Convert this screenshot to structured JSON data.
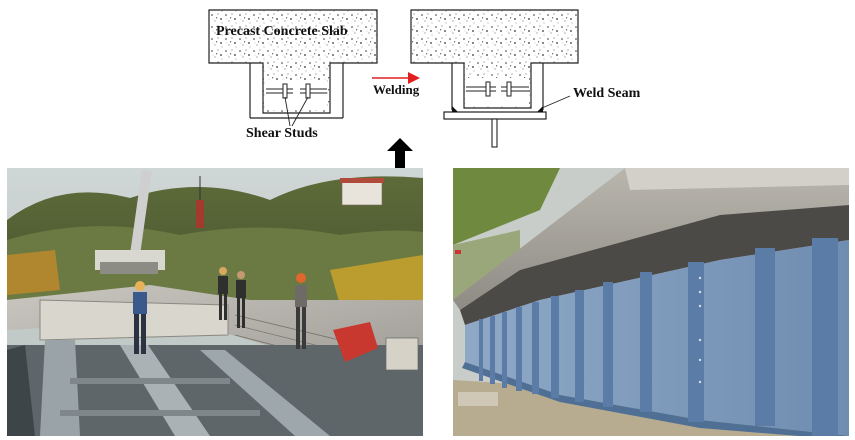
{
  "diagram": {
    "slab_label": "Precast Concrete Slab",
    "studs_label": "Shear Studs",
    "process_label": "Welding",
    "weld_label": "Weld Seam"
  },
  "colors": {
    "arrow_red": "#e02020",
    "concrete_fill": "#ffffff",
    "line": "#222222",
    "steel_blue": "#7f9fc0",
    "sky": "#d9dfe3"
  },
  "photos": {
    "left": "construction-site-precast-slab-installation",
    "right": "completed-steel-girder-bridge-underside"
  }
}
